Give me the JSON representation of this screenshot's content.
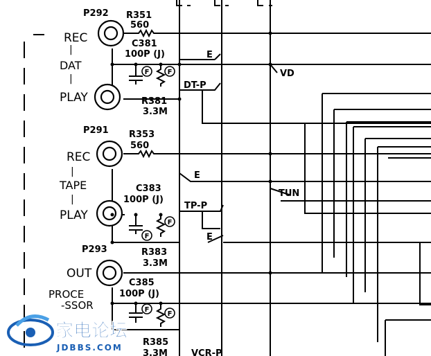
{
  "labels": {
    "p292": "P292",
    "r351": "R351",
    "r351_val": "560",
    "c381": "C381",
    "c381_val": "100P (J)",
    "rec1": "REC",
    "dat": "DAT",
    "play1": "PLAY",
    "r381": "R381",
    "r381_val": "3.3M",
    "sw_e1": "E",
    "sw_dtp": "DT-P",
    "vd": "VD",
    "p291": "P291",
    "r353": "R353",
    "r353_val": "560",
    "rec2": "REC",
    "tape": "TAPE",
    "c383": "C383",
    "c383_val": "100P (J)",
    "play2": "PLAY",
    "sw_e2": "E",
    "tun": "TUN",
    "sw_tpp": "TP-P",
    "sw_e3": "E",
    "p293": "P293",
    "r383": "R383",
    "r383_val": "3.3M",
    "out": "OUT",
    "c385": "C385",
    "c385_val": "100P (J)",
    "proce": "PROCE",
    "ssor": "-SSOR",
    "r385": "R385",
    "r385_val": "3.3M",
    "vcrp": "VCR-P",
    "f_mark": "F"
  },
  "watermark": {
    "brand": "家电论坛",
    "site": "JDBBS.COM",
    "color": "#1a5fb4"
  }
}
